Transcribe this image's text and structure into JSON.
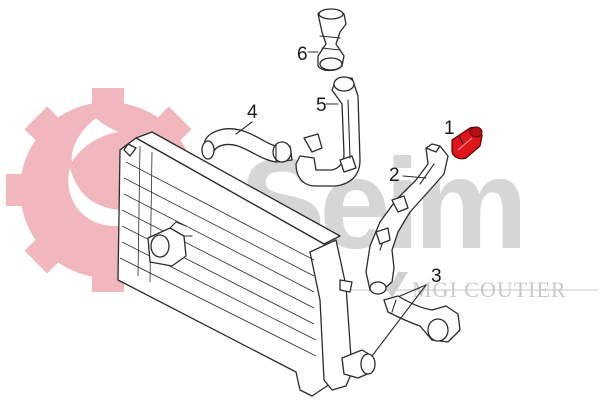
{
  "brand": {
    "wordmark": "Seim",
    "subtitle": "MGI COUTIER",
    "gear_color": "#f2b6bd",
    "wordmark_color": "#d6d6d6"
  },
  "callouts": [
    {
      "id": "1",
      "label": "1",
      "part": "hose-1",
      "highlighted": true,
      "highlight_color": "#e0141b"
    },
    {
      "id": "2",
      "label": "2",
      "part": "pipe-2",
      "highlighted": false
    },
    {
      "id": "3",
      "label": "3",
      "part": "hose-3",
      "highlighted": false
    },
    {
      "id": "4",
      "label": "4",
      "part": "hose-4",
      "highlighted": false
    },
    {
      "id": "5",
      "label": "5",
      "part": "pipe-5",
      "highlighted": false
    },
    {
      "id": "6",
      "label": "6",
      "part": "hose-6",
      "highlighted": false
    }
  ]
}
